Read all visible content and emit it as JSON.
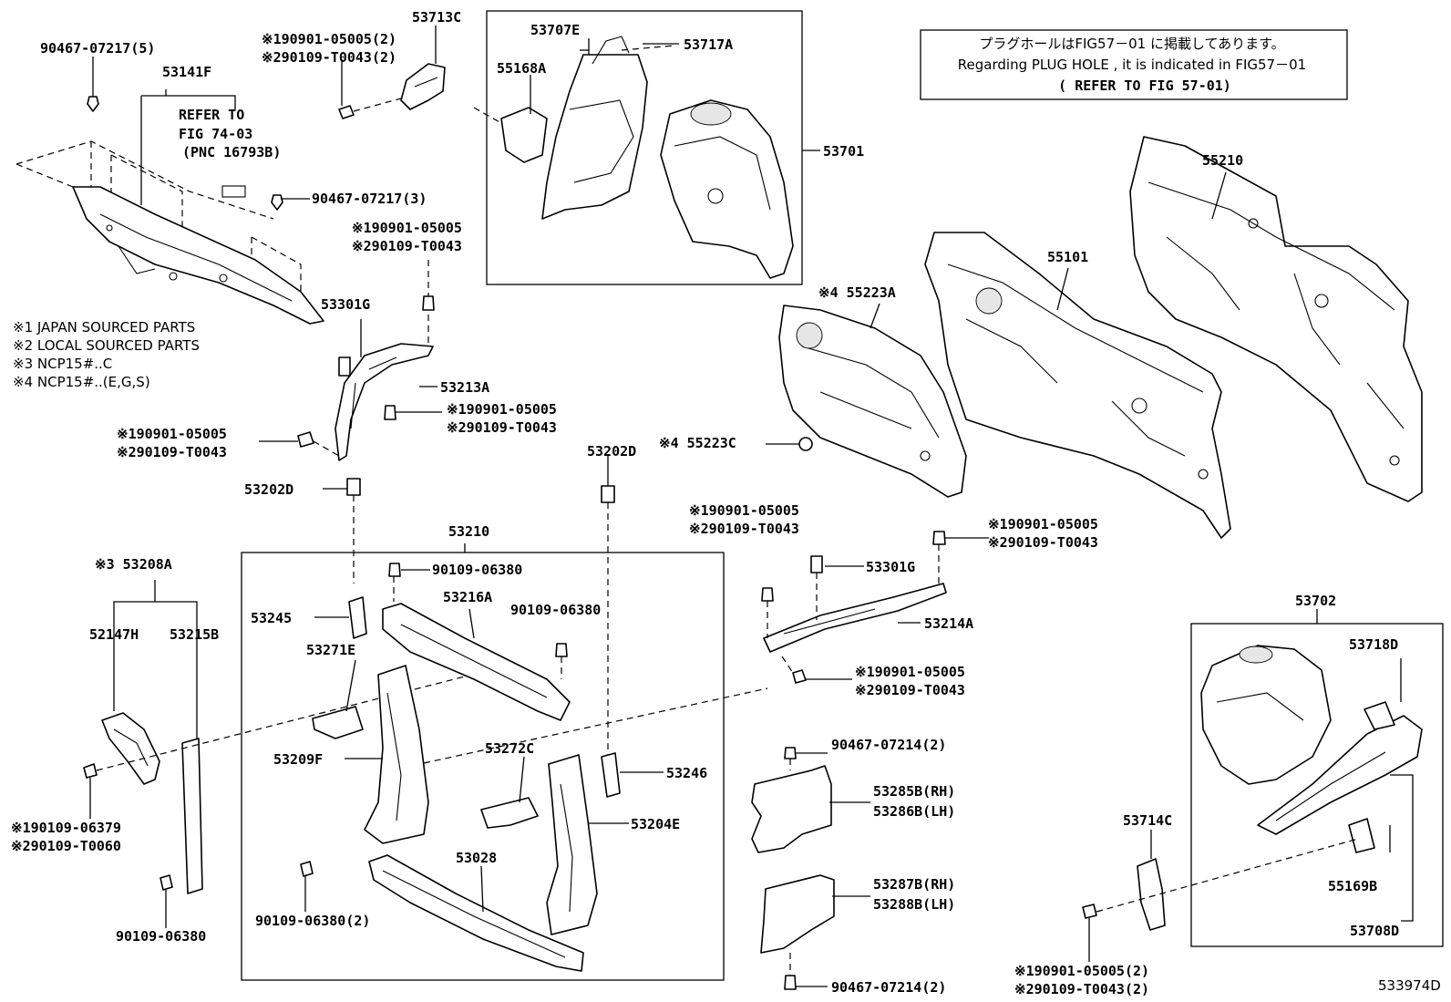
{
  "notice": {
    "line1": "プラグホールはFIG57－01 に掲載してあります。",
    "line2": "Regarding PLUG HOLE , it is indicated in FIG57－01",
    "line3": "( REFER TO FIG 57-01)"
  },
  "legend": [
    "※1 JAPAN SOURCED PARTS",
    "※2 LOCAL SOURCED PARTS",
    "※3 NCP15#..C",
    "※4 NCP15#..(E,G,S)"
  ],
  "refer_to": [
    "REFER TO",
    "FIG 74-03",
    "(PNC 16793B)"
  ],
  "diagram_id": "533974D",
  "labels": {
    "p90467_07217_5": "90467-07217(5)",
    "p53141F": "53141F",
    "p90467_07217_3": "90467-07217(3)",
    "p53713C": "53713C",
    "p1_90901_2_top": "※190901-05005(2)",
    "p2_90109_2_top": "※290109-T0043(2)",
    "p53707E": "53707E",
    "p53717A": "53717A",
    "p55168A": "55168A",
    "p53701": "53701",
    "p1_90901_a": "※190901-05005",
    "p2_90109_a": "※290109-T0043",
    "p53301G_l": "53301G",
    "p53213A": "53213A",
    "p1_90901_b": "※190901-05005",
    "p2_90109_b": "※290109-T0043",
    "p1_90901_c": "※190901-05005",
    "p2_90109_c": "※290109-T0043",
    "p53202D_l": "53202D",
    "p53202D_r": "53202D",
    "p55210": "55210",
    "p55101": "55101",
    "p55223A": "※4 55223A",
    "p55223C": "※4 55223C",
    "p53210": "53210",
    "p53208A": "※3 53208A",
    "p52147H": "52147H",
    "p53215B": "53215B",
    "p90109_06380_a": "90109-06380",
    "p53216A": "53216A",
    "p90109_06380_b": "90109-06380",
    "p53245": "53245",
    "p53271E": "53271E",
    "p53209F": "53209F",
    "p53272C": "53272C",
    "p53246": "53246",
    "p53204E": "53204E",
    "p53028": "53028",
    "p90109_06380_2": "90109-06380(2)",
    "p1_90109_06379": "※190109-06379",
    "p2_90109_T0060": "※290109-T0060",
    "p90109_06380_c": "90109-06380",
    "p1_90901_d": "※190901-05005",
    "p2_90109_d": "※290109-T0043",
    "p1_90901_e": "※190901-05005",
    "p2_90109_e": "※290109-T0043",
    "p53301G_r": "53301G",
    "p53214A": "53214A",
    "p1_90901_f": "※190901-05005",
    "p2_90109_f": "※290109-T0043",
    "p90467_07214_a": "90467-07214(2)",
    "p53285B": "53285B(RH)",
    "p53286B": "53286B(LH)",
    "p53287B": "53287B(RH)",
    "p53288B": "53288B(LH)",
    "p90467_07214_b": "90467-07214(2)",
    "p53702": "53702",
    "p53718D": "53718D",
    "p53714C": "53714C",
    "p55169B": "55169B",
    "p53708D": "53708D",
    "p1_90901_g": "※190901-05005(2)",
    "p2_90109_g": "※290109-T0043(2)"
  }
}
